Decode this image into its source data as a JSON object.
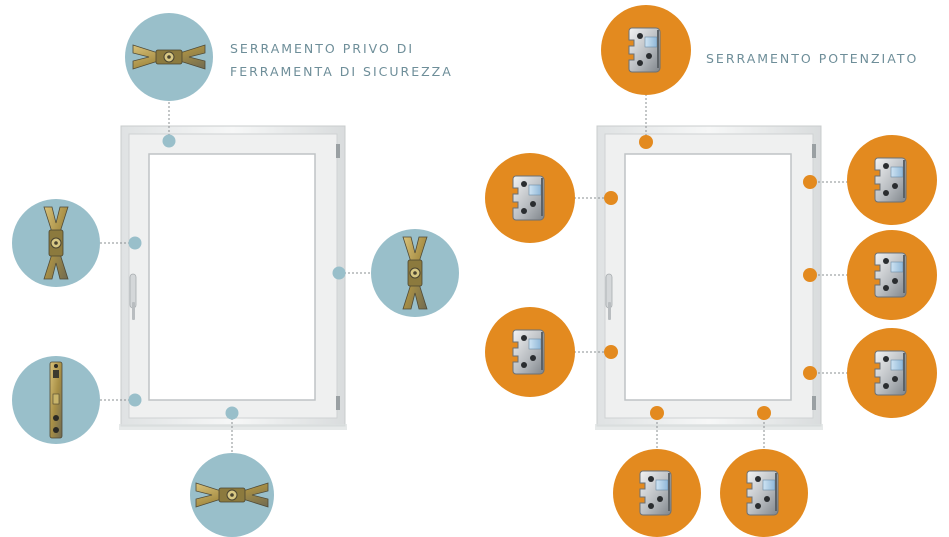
{
  "left_panel": {
    "title_lines": [
      "SERRAMENTO PRIVO DI",
      "FERRAMENTA DI SICUREZZA"
    ],
    "title_color": "#6e8e99",
    "accent": "#99bfca",
    "components": [
      {
        "name": "top-hardware",
        "icon": "hinge-bracket-horizontal-icon"
      },
      {
        "name": "left-upper-hardware",
        "icon": "hinge-bracket-vertical-icon"
      },
      {
        "name": "left-lower-hardware",
        "icon": "espagnolette-bar-icon"
      },
      {
        "name": "bottom-hardware",
        "icon": "hinge-bracket-horizontal-icon"
      },
      {
        "name": "right-hardware",
        "icon": "hinge-bracket-vertical-icon"
      }
    ]
  },
  "right_panel": {
    "title": "SERRAMENTO POTENZIATO",
    "title_color": "#6e8e99",
    "accent": "#e38a1f",
    "components": [
      {
        "name": "top-hardware",
        "icon": "security-keeper-icon"
      },
      {
        "name": "left-upper-hardware",
        "icon": "security-keeper-icon"
      },
      {
        "name": "left-lower-hardware",
        "icon": "security-keeper-icon"
      },
      {
        "name": "bottom-left-hardware",
        "icon": "security-keeper-icon"
      },
      {
        "name": "bottom-right-hardware",
        "icon": "security-keeper-icon"
      },
      {
        "name": "right-upper-hardware",
        "icon": "security-keeper-icon"
      },
      {
        "name": "right-middle-hardware",
        "icon": "security-keeper-icon"
      },
      {
        "name": "right-lower-hardware",
        "icon": "security-keeper-icon"
      }
    ]
  }
}
